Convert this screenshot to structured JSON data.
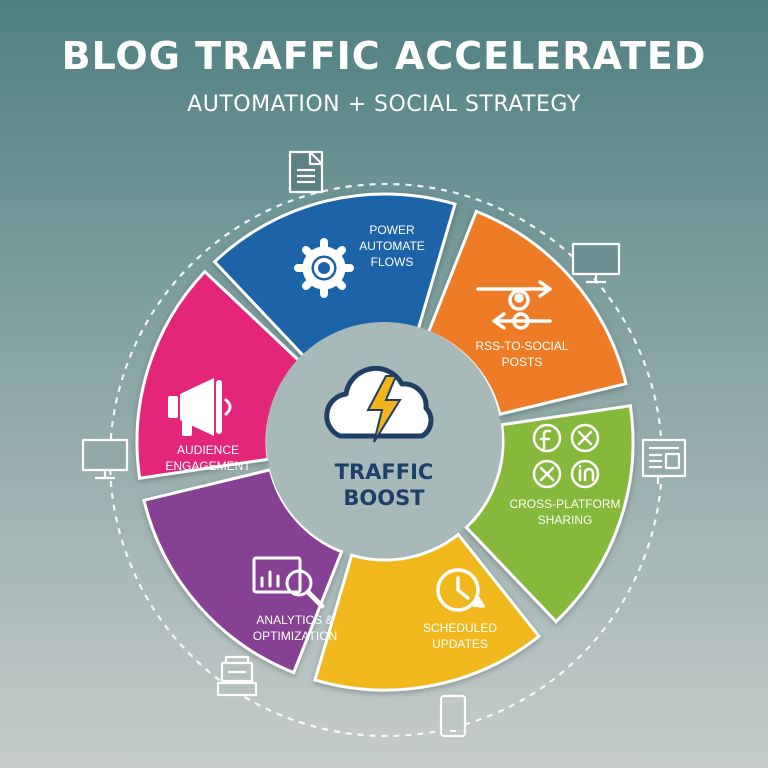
{
  "header": {
    "title": "BLOG TRAFFIC ACCELERATED",
    "subtitle": "AUTOMATION + SOCIAL STRATEGY"
  },
  "hub": {
    "line1": "TRAFFIC",
    "line2": "BOOST",
    "icon": "lightning-cloud-icon"
  },
  "segments": [
    {
      "id": "power-automate",
      "lines": [
        "POWER",
        "AUTOMATE",
        "FLOWS"
      ],
      "color": "#1f63a8",
      "icon": "gear-icon"
    },
    {
      "id": "rss-to-social",
      "lines": [
        "RSS-TO-SOCIAL",
        "POSTS"
      ],
      "color": "#ee7b25",
      "icon": "rss-arrows-icon"
    },
    {
      "id": "cross-platform",
      "lines": [
        "CROSS-PLATFORM",
        "SHARING"
      ],
      "color": "#86b93b",
      "icon": "social-logos-icon"
    },
    {
      "id": "scheduled-updates",
      "lines": [
        "SCHEDULED",
        "UPDATES"
      ],
      "color": "#f0b81f",
      "icon": "clock-icon"
    },
    {
      "id": "analytics",
      "lines": [
        "ANALYTICS &",
        "OPTIMIZATION"
      ],
      "color": "#863f94",
      "icon": "analytics-magnifier-icon"
    },
    {
      "id": "audience-engagement",
      "lines": [
        "AUDIENCE",
        "ENGAGEMENT"
      ],
      "color": "#e3287a",
      "icon": "megaphone-icon"
    }
  ],
  "orbit_icons": [
    "document-icon",
    "desktop-icon",
    "newspaper-icon",
    "mobile-phone-icon",
    "feed-reader-icon",
    "monitor-icon"
  ],
  "colors": {
    "hub_fill": "#a7b9b8",
    "hub_text": "#1f3f66",
    "lightning": "#f2b31b"
  }
}
